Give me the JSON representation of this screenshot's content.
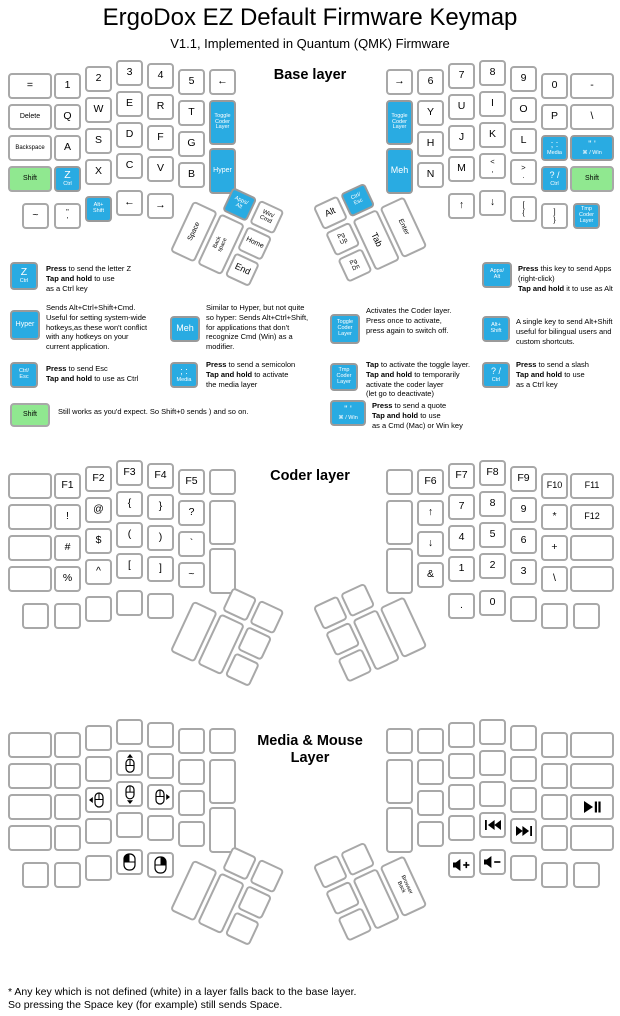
{
  "title": "ErgoDox EZ Default Firmware Keymap",
  "subtitle": "V1.1, Implemented in Quantum (QMK) Firmware",
  "colors": {
    "key_blue": "#29abe2",
    "key_green": "#90e890",
    "key_border": "#a8a8a8"
  },
  "footnote": {
    "line1": "* Any key which is not defined (white) in a layer falls back to the base layer.",
    "line2": "So pressing the Space key (for example) still sends Space."
  },
  "layers": [
    {
      "heading": "Base layer",
      "left": {
        "rows": [
          [
            {
              "l": "="
            },
            {
              "l": "1"
            },
            {
              "l": "2"
            },
            {
              "l": "3"
            },
            {
              "l": "4"
            },
            {
              "l": "5"
            },
            {
              "l": "←"
            }
          ],
          [
            {
              "l": "Delete"
            },
            {
              "l": "Q"
            },
            {
              "l": "W"
            },
            {
              "l": "E"
            },
            {
              "l": "R"
            },
            {
              "l": "T"
            },
            {
              "l": "Toggle\nCoder\nLayer",
              "c": "blue"
            }
          ],
          [
            {
              "l": "Backspace"
            },
            {
              "l": "A"
            },
            {
              "l": "S"
            },
            {
              "l": "D"
            },
            {
              "l": "F"
            },
            {
              "l": "G"
            }
          ],
          [
            {
              "l": "Shift",
              "c": "green"
            },
            {
              "l": "Z",
              "sub": "Ctrl",
              "c": "blue"
            },
            {
              "l": "X"
            },
            {
              "l": "C"
            },
            {
              "l": "V"
            },
            {
              "l": "B"
            },
            {
              "l": "Hyper",
              "c": "blue"
            }
          ],
          [
            {
              "l": "~"
            },
            {
              "l": "\"\n'"
            },
            {
              "l": "Alt+\nShift",
              "c": "blue"
            },
            {
              "l": "←"
            },
            {
              "l": "→"
            }
          ]
        ],
        "thumb": [
          {
            "l": "Apps/\nAlt",
            "c": "blue"
          },
          {
            "l": "Win/\nCmd"
          },
          {
            "l": "Space"
          },
          {
            "l": "Back\nspace"
          },
          {
            "l": "Home"
          },
          {
            "l": "End"
          }
        ]
      },
      "right": {
        "rows": [
          [
            {
              "l": "→"
            },
            {
              "l": "6"
            },
            {
              "l": "7"
            },
            {
              "l": "8"
            },
            {
              "l": "9"
            },
            {
              "l": "0"
            },
            {
              "l": "-"
            }
          ],
          [
            {
              "l": "Toggle\nCoder\nLayer",
              "c": "blue"
            },
            {
              "l": "Y"
            },
            {
              "l": "U"
            },
            {
              "l": "I"
            },
            {
              "l": "O"
            },
            {
              "l": "P"
            },
            {
              "l": "\\"
            }
          ],
          [
            {
              "l": "H"
            },
            {
              "l": "J"
            },
            {
              "l": "K"
            },
            {
              "l": "L"
            },
            {
              "l": "; :",
              "sub": "Media",
              "c": "blue"
            },
            {
              "l": "\" '",
              "sub": "⌘ / Win",
              "c": "blue"
            }
          ],
          [
            {
              "l": "Meh",
              "c": "blue"
            },
            {
              "l": "N"
            },
            {
              "l": "M"
            },
            {
              "l": "<\n,"
            },
            {
              "l": ">\n."
            },
            {
              "l": "? /",
              "sub": "Ctrl",
              "c": "blue"
            },
            {
              "l": "Shift",
              "c": "green"
            }
          ],
          [
            {
              "l": "↑"
            },
            {
              "l": "↓"
            },
            {
              "l": "[\n{"
            },
            {
              "l": "]\n}"
            },
            {
              "l": "Tmp\nCoder\nLayer",
              "c": "blue"
            }
          ]
        ],
        "thumb": [
          {
            "l": "Alt"
          },
          {
            "l": "Ctrl/\nEsc",
            "c": "blue"
          },
          {
            "l": "Pg\nUp"
          },
          {
            "l": "Pg\nDn"
          },
          {
            "l": "Tab"
          },
          {
            "l": "Enter"
          }
        ]
      }
    },
    {
      "heading": "Coder layer",
      "left": {
        "rows": [
          [
            {},
            {
              "l": "F1"
            },
            {
              "l": "F2"
            },
            {
              "l": "F3"
            },
            {
              "l": "F4"
            },
            {
              "l": "F5"
            },
            {}
          ],
          [
            {},
            {
              "l": "!"
            },
            {
              "l": "@"
            },
            {
              "l": "{"
            },
            {
              "l": "}"
            },
            {
              "l": "?"
            },
            {}
          ],
          [
            {},
            {
              "l": "#"
            },
            {
              "l": "$"
            },
            {
              "l": "("
            },
            {
              "l": ")"
            },
            {
              "l": "`"
            }
          ],
          [
            {},
            {
              "l": "%"
            },
            {
              "l": "^"
            },
            {
              "l": "["
            },
            {
              "l": "]"
            },
            {
              "l": "~"
            },
            {}
          ],
          [
            {},
            {},
            {},
            {},
            {}
          ]
        ],
        "thumb": [
          {},
          {},
          {},
          {},
          {},
          {}
        ]
      },
      "right": {
        "rows": [
          [
            {},
            {
              "l": "F6"
            },
            {
              "l": "F7"
            },
            {
              "l": "F8"
            },
            {
              "l": "F9"
            },
            {
              "l": "F10"
            },
            {
              "l": "F11"
            }
          ],
          [
            {},
            {
              "l": "↑"
            },
            {
              "l": "7"
            },
            {
              "l": "8"
            },
            {
              "l": "9"
            },
            {
              "l": "*"
            },
            {
              "l": "F12"
            }
          ],
          [
            {
              "l": "↓"
            },
            {
              "l": "4"
            },
            {
              "l": "5"
            },
            {
              "l": "6"
            },
            {
              "l": "+"
            },
            {}
          ],
          [
            {},
            {
              "l": "&"
            },
            {
              "l": "1"
            },
            {
              "l": "2"
            },
            {
              "l": "3"
            },
            {
              "l": "\\"
            },
            {}
          ],
          [
            {
              "l": "."
            },
            {
              "l": "0"
            },
            {},
            {},
            {}
          ]
        ],
        "thumb": [
          {},
          {},
          {},
          {},
          {},
          {}
        ]
      }
    },
    {
      "heading": "Media & Mouse\nLayer",
      "left": {
        "rows": [
          [
            {},
            {},
            {},
            {},
            {},
            {},
            {}
          ],
          [
            {},
            {},
            {},
            {
              "icon": "mouse-up"
            },
            {},
            {},
            {}
          ],
          [
            {},
            {},
            {
              "icon": "mouse-left"
            },
            {
              "icon": "mouse-down"
            },
            {
              "icon": "mouse-right"
            },
            {}
          ],
          [
            {},
            {},
            {},
            {},
            {},
            {},
            {}
          ],
          [
            {},
            {},
            {},
            {
              "icon": "mouse-left-click"
            },
            {
              "icon": "mouse-right-click"
            }
          ]
        ],
        "thumb": [
          {},
          {},
          {},
          {},
          {},
          {}
        ]
      },
      "right": {
        "rows": [
          [
            {},
            {},
            {},
            {},
            {},
            {},
            {}
          ],
          [
            {},
            {},
            {},
            {},
            {},
            {},
            {}
          ],
          [
            {},
            {},
            {},
            {},
            {},
            {
              "icon": "play-pause"
            }
          ],
          [
            {},
            {},
            {},
            {
              "icon": "prev-track"
            },
            {
              "icon": "next-track"
            },
            {},
            {}
          ],
          [
            {
              "icon": "vol-up"
            },
            {
              "icon": "vol-down"
            },
            {},
            {},
            {}
          ]
        ],
        "thumb": [
          {},
          {},
          {},
          {},
          {},
          {
            "l": "Browser\nBack"
          }
        ]
      }
    }
  ],
  "legend": [
    {
      "id": "z-ctrl",
      "key": {
        "l": "Z",
        "sub": "Ctrl",
        "c": "blue"
      },
      "text": "**Press** to send the letter Z\n**Tap and hold** to use\nas a Ctrl key"
    },
    {
      "id": "apps-alt",
      "key": {
        "l": "Apps/\nAlt",
        "c": "blue"
      },
      "text": "**Press** this key to send Apps\n(right-click)\n**Tap and hold** it to use as Alt"
    },
    {
      "id": "hyper",
      "key": {
        "l": "Hyper",
        "c": "blue"
      },
      "text": "Sends Alt+Ctrl+Shift+Cmd.\nUseful for setting system-wide\nhotkeys,as these won't conflict\nwith any hotkeys on your\ncurrent application."
    },
    {
      "id": "meh",
      "key": {
        "l": "Meh",
        "c": "blue"
      },
      "text": "Similar to Hyper, but not quite\nso hyper: Sends Alt+Ctrl+Shift,\nfor applications that don't\nrecognize Cmd (Win) as a\nmodifier."
    },
    {
      "id": "toggle-coder-layer",
      "key": {
        "l": "Toggle\nCoder\nLayer",
        "c": "blue"
      },
      "text": "Activates the Coder layer.\nPress once to activate,\npress again to switch off."
    },
    {
      "id": "alt-shift",
      "key": {
        "l": "Alt+\nShift",
        "c": "blue"
      },
      "text": "A single key to send Alt+Shift\nuseful for bilingual users and\ncustom shortcuts."
    },
    {
      "id": "ctrl-esc",
      "key": {
        "l": "Ctrl/\nEsc",
        "c": "blue"
      },
      "text": "**Press** to send Esc\n**Tap and hold** to use as Ctrl"
    },
    {
      "id": "semicolon-media",
      "key": {
        "l": "; :",
        "sub": "Media",
        "c": "blue"
      },
      "text": "**Press** to send a semicolon\n**Tap and hold** to activate\nthe media layer"
    },
    {
      "id": "tmp-coder-layer",
      "key": {
        "l": "Tmp\nCoder\nLayer",
        "c": "blue"
      },
      "text": "**Tap** to activate the toggle layer.\n**Tap and hold** to temporarily\nactivate the coder layer\n(let go to deactivate)"
    },
    {
      "id": "slash-ctrl",
      "key": {
        "l": "? /",
        "sub": "Ctrl",
        "c": "blue"
      },
      "text": "**Press** to send a slash\n**Tap and hold** to use\nas a Ctrl key"
    },
    {
      "id": "shift",
      "key": {
        "l": "Shift",
        "c": "green"
      },
      "text": "Still works as you'd expect. So Shift+0 sends ) and so on."
    },
    {
      "id": "quote-cmd-win",
      "key": {
        "l": "\" '",
        "sub": "⌘ / Win",
        "c": "blue"
      },
      "text": "**Press** to send a quote\n**Tap and hold** to use\nas a Cmd (Mac) or Win key"
    }
  ]
}
